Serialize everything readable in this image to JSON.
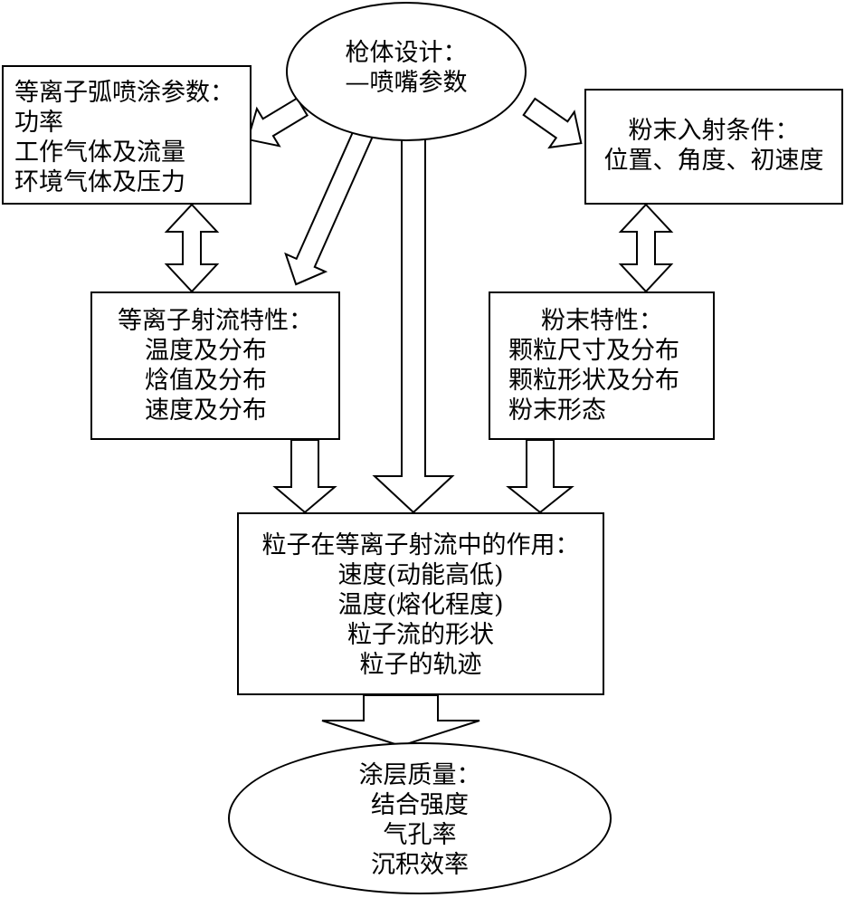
{
  "nodes": {
    "gun_design": {
      "lines": [
        "枪体设计：",
        "—喷嘴参数"
      ]
    },
    "spray_params": {
      "lines": [
        "等离子弧喷涂参数：",
        "功率",
        "工作气体及流量",
        "环境气体及压力"
      ]
    },
    "powder_injection": {
      "lines": [
        "粉末入射条件：",
        "位置、角度、初速度"
      ]
    },
    "jet_properties": {
      "lines": [
        "等离子射流特性：",
        "温度及分布",
        "焓值及分布",
        "速度及分布"
      ]
    },
    "powder_properties": {
      "lines": [
        "粉末特性：",
        "颗粒尺寸及分布",
        "颗粒形状及分布",
        "粉末形态"
      ]
    },
    "particle_interaction": {
      "lines": [
        "粒子在等离子射流中的作用：",
        "速度(动能高低)",
        "温度(熔化程度)",
        "粒子流的形状",
        "粒子的轨迹"
      ]
    },
    "coating_quality": {
      "lines": [
        "涂层质量：",
        "结合强度",
        "气孔率",
        "沉积效率"
      ]
    }
  }
}
